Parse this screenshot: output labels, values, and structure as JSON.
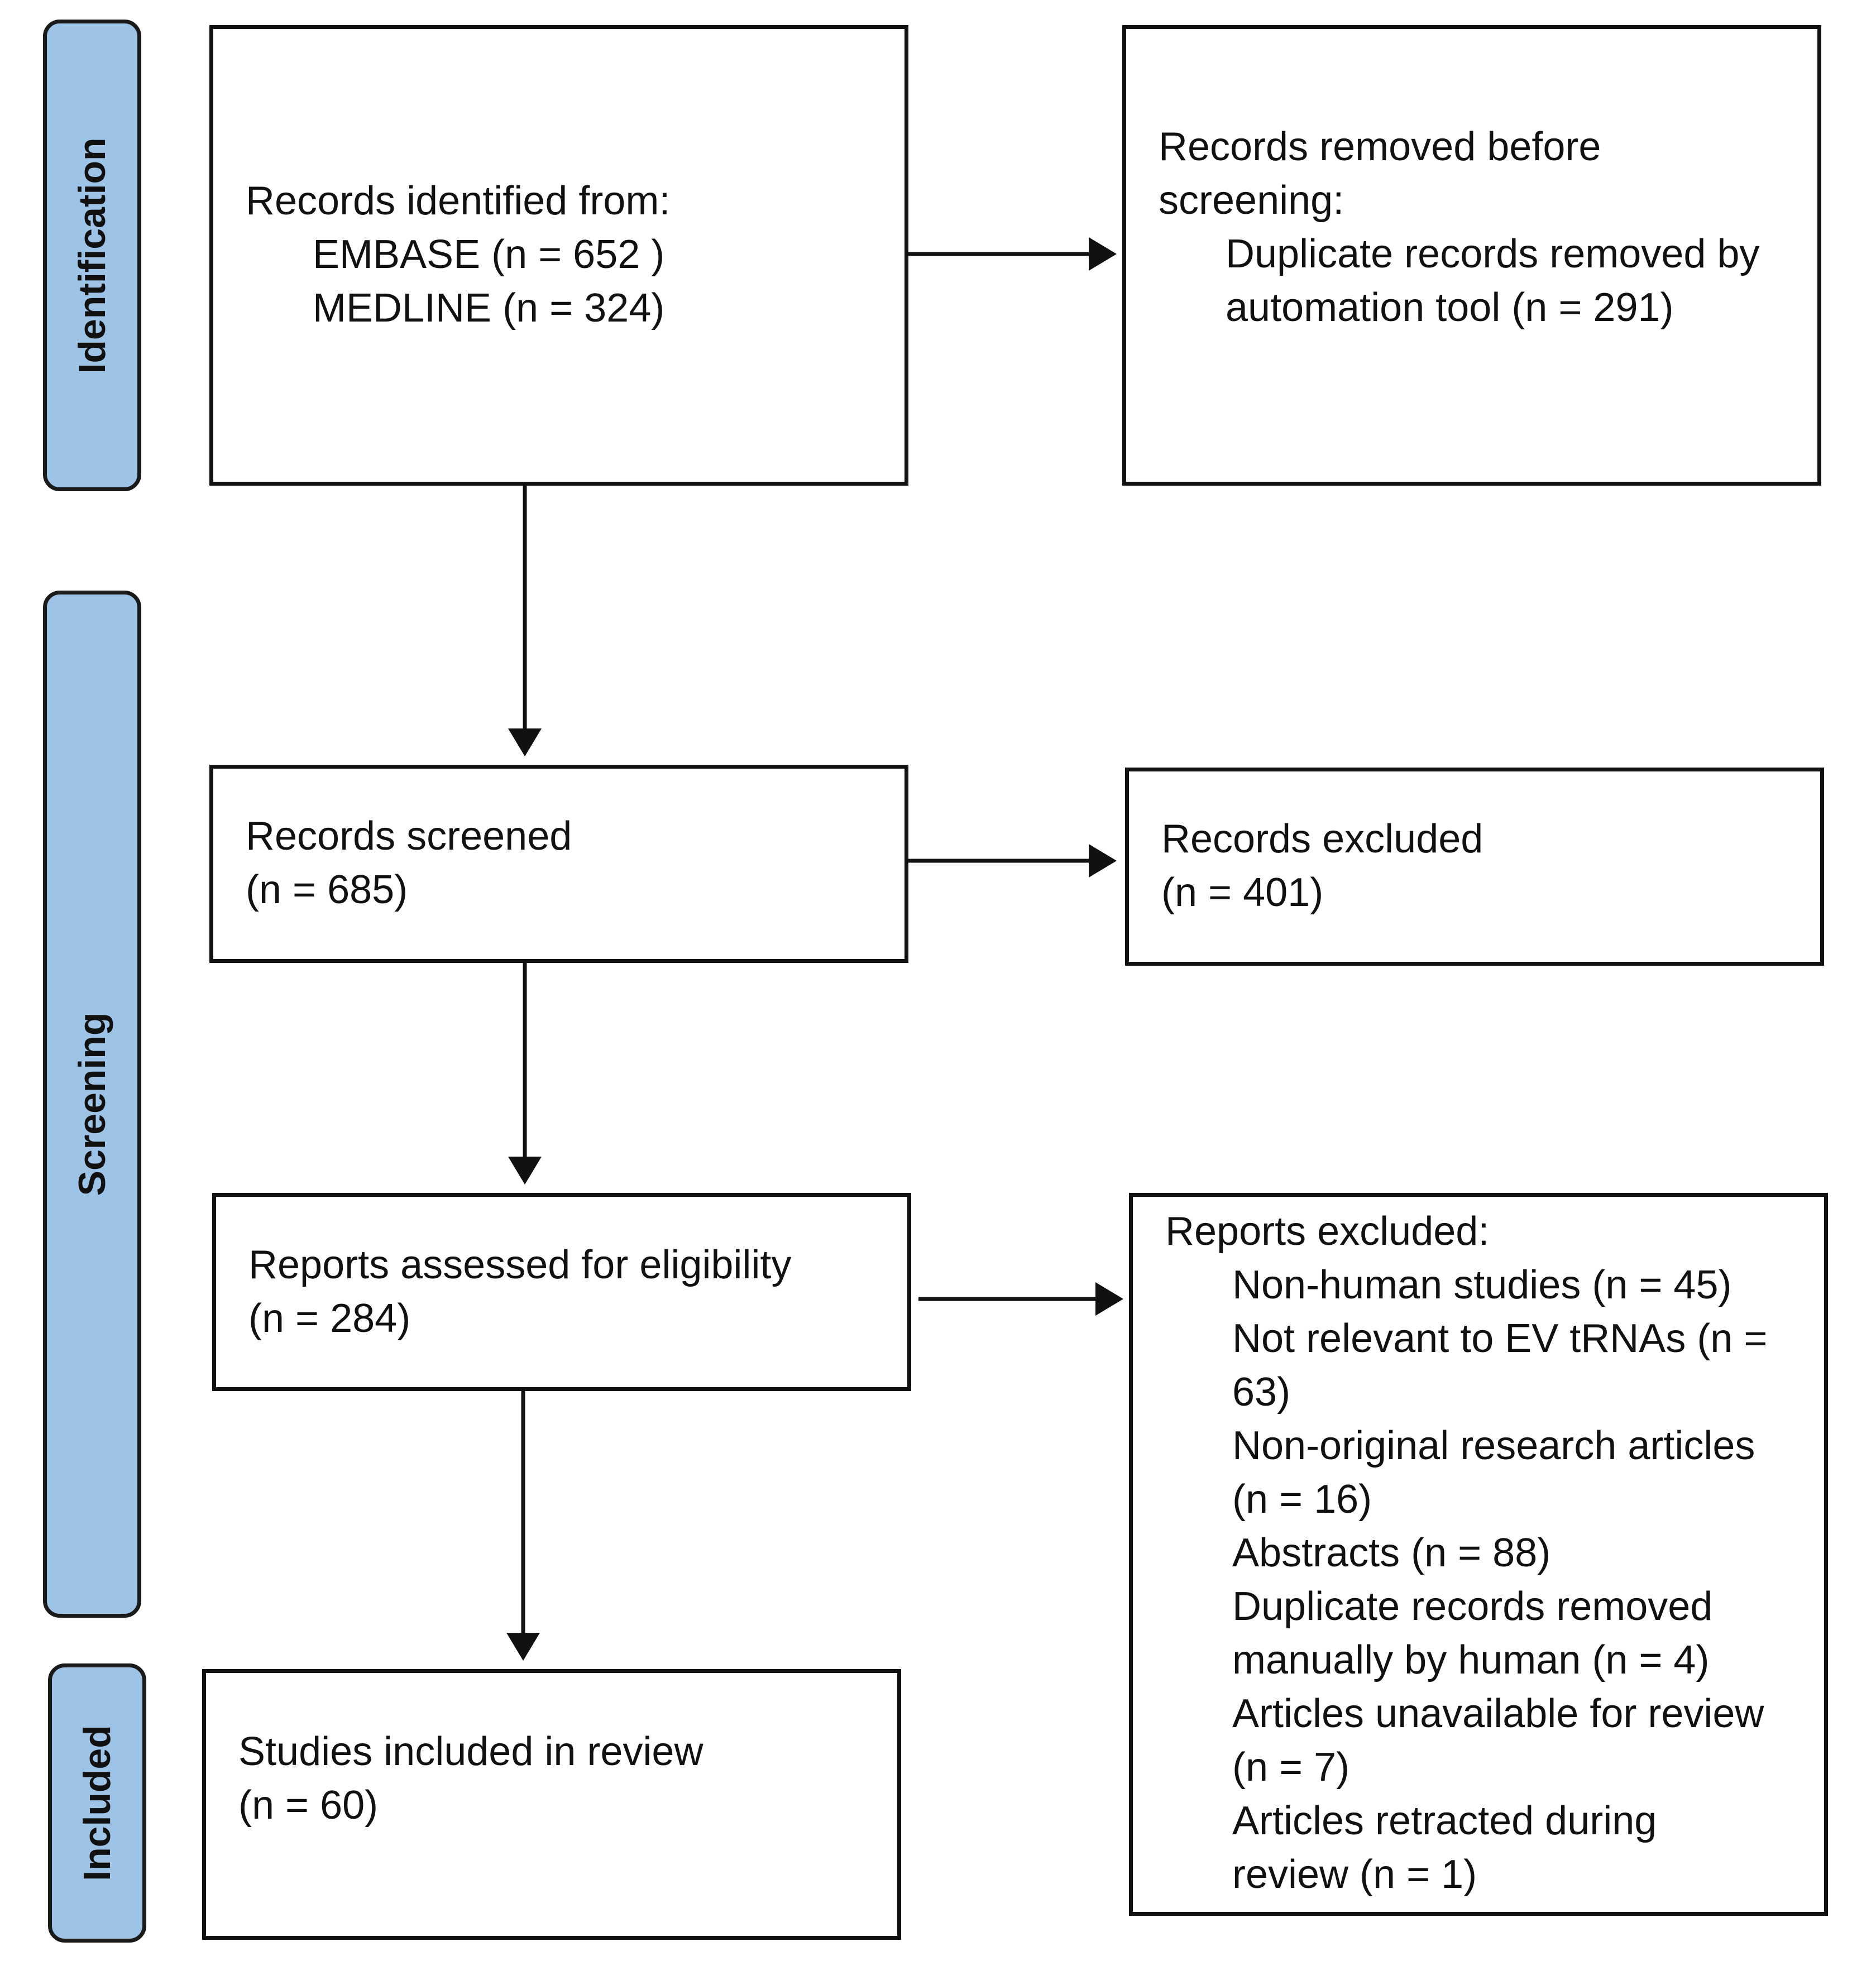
{
  "phases": {
    "identification": "Identification",
    "screening": "Screening",
    "included": "Included"
  },
  "identified": {
    "heading": "Records identified from:",
    "sources": [
      "EMBASE (n = 652 )",
      "MEDLINE (n = 324)"
    ]
  },
  "removed_before": {
    "lines": [
      "Records removed before",
      "screening:"
    ],
    "details": [
      "Duplicate records removed by",
      "automation tool (n = 291)"
    ]
  },
  "screened": {
    "lines": [
      "Records screened",
      "(n = 685)"
    ]
  },
  "excluded": {
    "lines": [
      "Records excluded",
      "(n = 401)"
    ]
  },
  "assessed": {
    "lines": [
      "Reports assessed for eligibility",
      "(n = 284)"
    ]
  },
  "reports_excluded": {
    "heading": "Reports excluded:",
    "items": [
      "Non-human studies (n = 45)",
      "Not relevant to EV tRNAs (n =",
      "63)",
      "Non-original research articles",
      "(n = 16)",
      "Abstracts (n = 88)",
      "Duplicate records removed",
      "manually by human (n = 4)",
      "Articles unavailable for review",
      "(n = 7)",
      "Articles retracted during",
      "review (n = 1)"
    ]
  },
  "included_studies": {
    "lines": [
      "Studies included in review",
      "(n = 60)"
    ]
  },
  "colors": {
    "phase_fill": "#9dc3e6",
    "stroke": "#111111"
  }
}
